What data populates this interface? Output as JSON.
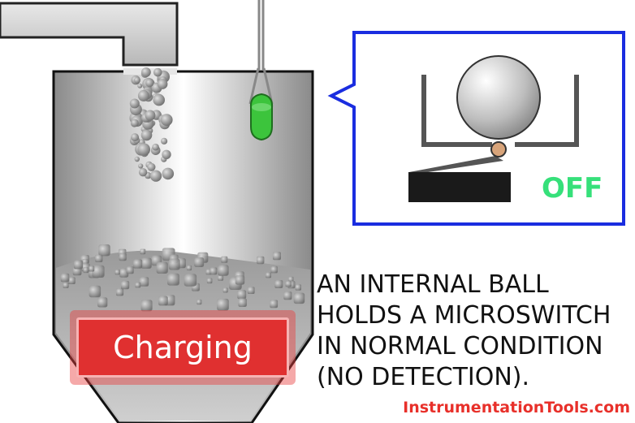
{
  "status": {
    "label": "Charging"
  },
  "switch": {
    "state": "OFF"
  },
  "description": {
    "lines": [
      "AN INTERNAL BALL",
      "HOLDS A MICROSWITCH",
      "IN NORMAL CONDITION",
      "(NO DETECTION)."
    ]
  },
  "watermark": "InstrumentationTools.com",
  "colors": {
    "callout_border": "#1a2de0",
    "status_fill": "#e03030",
    "switch_off": "#36e07a",
    "sensor_green": "#3cc43c",
    "watermark": "#e8302a"
  }
}
